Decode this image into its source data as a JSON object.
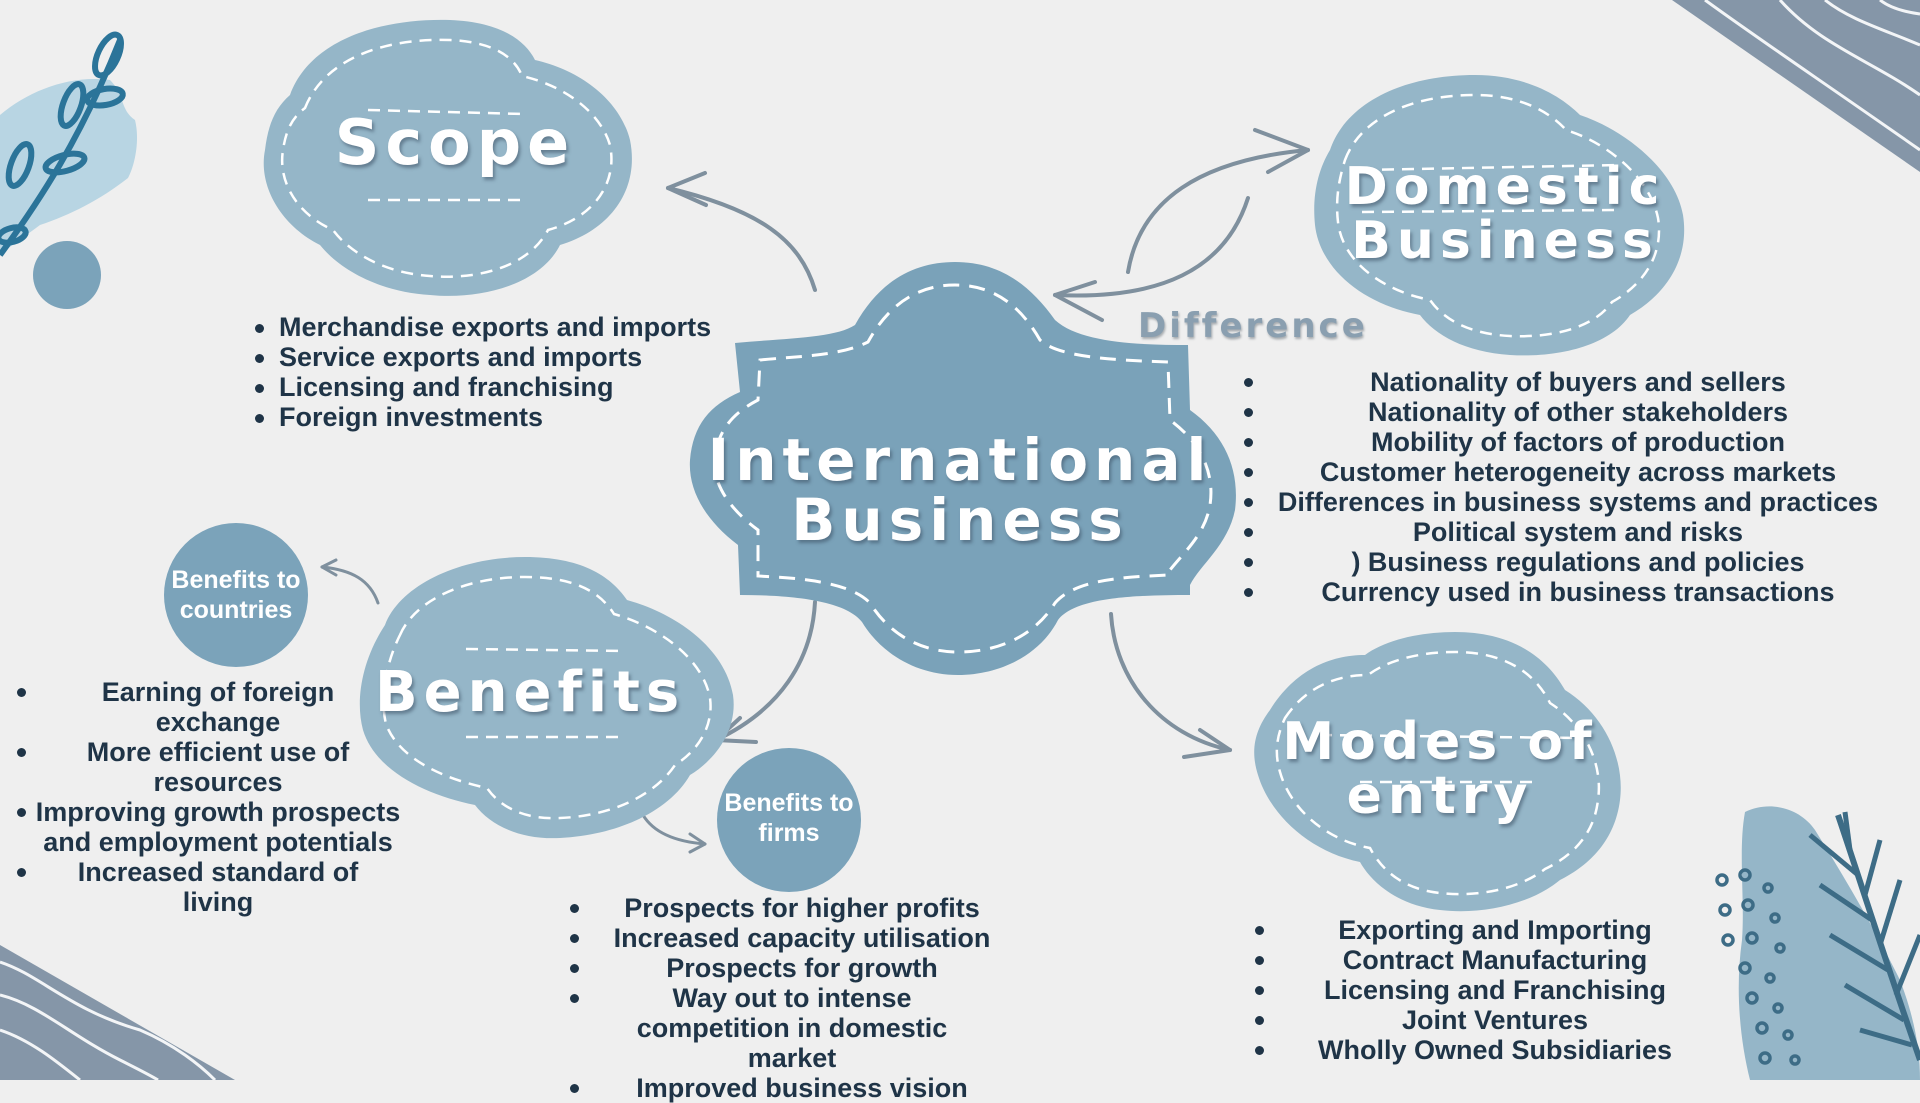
{
  "colors": {
    "background": "#efefef",
    "cloud_light": "#95b6c8",
    "cloud_center": "#7aa2b9",
    "circle": "#7ba3ba",
    "text_dark": "#1f3447",
    "arrow": "#7f909e",
    "stripe_band": "#8596a8",
    "leaf": "#2b7499",
    "splash": "#b8d5e3"
  },
  "center": {
    "title_line1": "International",
    "title_line2": "Business"
  },
  "scope": {
    "title": "Scope",
    "items": [
      "Merchandise exports and imports",
      "Service exports and imports",
      "Licensing and franchising",
      "Foreign investments"
    ]
  },
  "domestic": {
    "title_line1": "Domestic",
    "title_line2": "Business",
    "connector_label": "Difference",
    "items": [
      "Nationality of buyers and sellers",
      "Nationality of other stakeholders",
      "Mobility of factors of production",
      "Customer heterogeneity across markets",
      "Differences in business systems and practices",
      "Political system and risks",
      ") Business regulations and policies",
      "Currency used in business transactions"
    ]
  },
  "benefits": {
    "title": "Benefits",
    "countries": {
      "label_line1": "Benefits to",
      "label_line2": "countries",
      "items": [
        "Earning of foreign exchange",
        "More efficient use of resources",
        "Improving growth prospects and employment potentials",
        "Increased standard of living"
      ]
    },
    "firms": {
      "label_line1": "Benefits to",
      "label_line2": "firms",
      "items": [
        "Prospects for higher profits",
        "Increased capacity utilisation",
        "Prospects for growth",
        "Way out to intense competition in domestic market",
        "Improved business vision"
      ]
    }
  },
  "modes": {
    "title_line1": "Modes of",
    "title_line2": "entry",
    "items": [
      "Exporting and Importing",
      "Contract Manufacturing",
      "Licensing and Franchising",
      "Joint Ventures",
      "Wholly Owned Subsidiaries"
    ]
  }
}
